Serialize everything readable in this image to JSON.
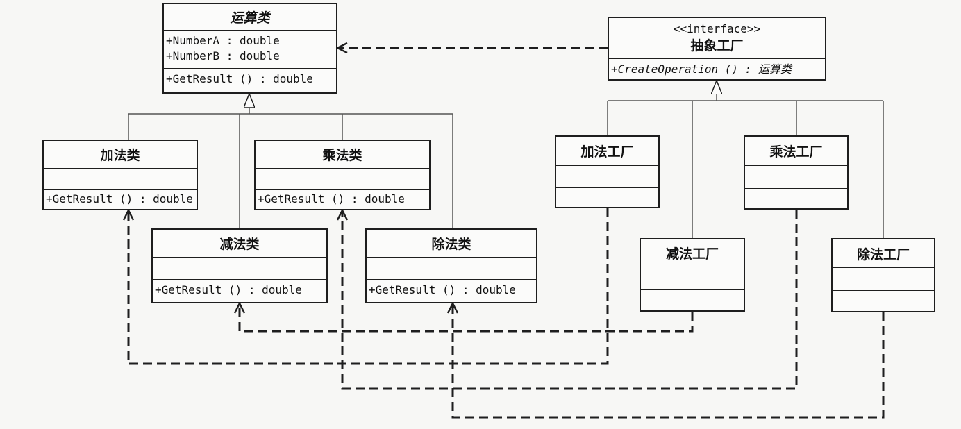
{
  "classes": {
    "operation": {
      "name": "运算类",
      "attrs": [
        "+NumberA  : double",
        "+NumberB  : double"
      ],
      "ops": [
        "+GetResult () : double"
      ]
    },
    "factory": {
      "stereotype": "<<interface>>",
      "name": "抽象工厂",
      "ops": [
        "+CreateOperation () : 运算类"
      ]
    },
    "add": {
      "name": "加法类",
      "ops": [
        "+GetResult () : double"
      ]
    },
    "mul": {
      "name": "乘法类",
      "ops": [
        "+GetResult () : double"
      ]
    },
    "sub": {
      "name": "减法类",
      "ops": [
        "+GetResult () : double"
      ]
    },
    "div": {
      "name": "除法类",
      "ops": [
        "+GetResult () : double"
      ]
    },
    "add_factory": {
      "name": "加法工厂"
    },
    "mul_factory": {
      "name": "乘法工厂"
    },
    "sub_factory": {
      "name": "减法工厂"
    },
    "div_factory": {
      "name": "除法工厂"
    }
  },
  "relationships": [
    {
      "type": "realization",
      "from": "抽象工厂",
      "to": "运算类"
    },
    {
      "type": "generalization",
      "from": "加法类",
      "to": "运算类"
    },
    {
      "type": "generalization",
      "from": "乘法类",
      "to": "运算类"
    },
    {
      "type": "generalization",
      "from": "减法类",
      "to": "运算类"
    },
    {
      "type": "generalization",
      "from": "除法类",
      "to": "运算类"
    },
    {
      "type": "generalization",
      "from": "加法工厂",
      "to": "抽象工厂"
    },
    {
      "type": "generalization",
      "from": "乘法工厂",
      "to": "抽象工厂"
    },
    {
      "type": "generalization",
      "from": "减法工厂",
      "to": "抽象工厂"
    },
    {
      "type": "generalization",
      "from": "除法工厂",
      "to": "抽象工厂"
    },
    {
      "type": "dependency",
      "from": "加法工厂",
      "to": "加法类"
    },
    {
      "type": "dependency",
      "from": "乘法工厂",
      "to": "乘法类"
    },
    {
      "type": "dependency",
      "from": "减法工厂",
      "to": "减法类"
    },
    {
      "type": "dependency",
      "from": "除法工厂",
      "to": "除法类"
    }
  ]
}
